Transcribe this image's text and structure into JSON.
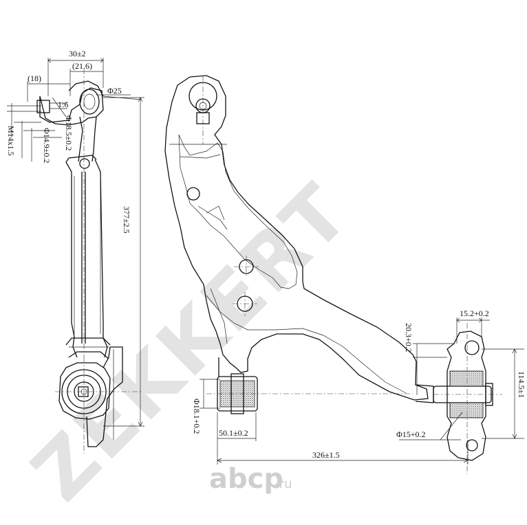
{
  "watermark": {
    "brand": "ZEKKERT",
    "color": "#d9d9d9"
  },
  "source_logo": {
    "text": "abcp",
    "suffix": ".ru",
    "color": "#c8c8c8"
  },
  "dimensions": {
    "top_width": "30±2",
    "left_offset": "(18)",
    "right_offset": "(21.6)",
    "ball_diameter": "Φ25",
    "taper": "1:6",
    "thread": "M14x1.5",
    "dia_18_5": "Φ18.5±0.2",
    "dia_14_9": "Φ14.9±0.2",
    "arm_length": "377±2.5",
    "bushing_width_right": "15.2+0.2",
    "offset_20_3": "20.3+0.2",
    "height_114_5": "114.5±1",
    "bushing_dia_left": "Φ18.1+0.2",
    "bushing_width_left": "50.1±0.2",
    "bore_right": "Φ15+0.2",
    "span": "326±1.5"
  }
}
